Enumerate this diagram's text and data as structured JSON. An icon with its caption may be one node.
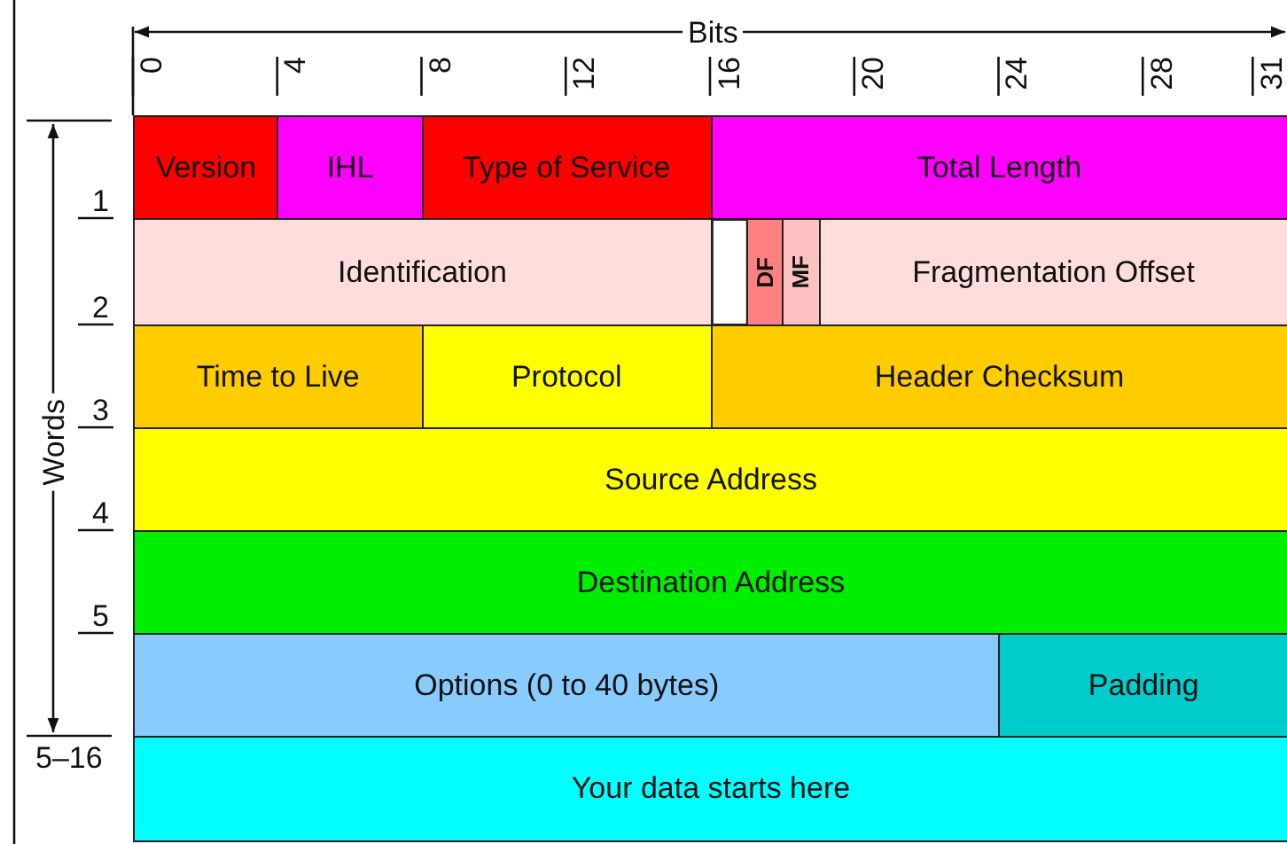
{
  "diagram": {
    "nodes": [
      {
        "text": [
          "Version"
        ]
      },
      {
        "text": [
          "IHL"
        ]
      },
      {
        "text": [
          "Type of Service"
        ]
      },
      {
        "text": [
          "Total Length"
        ]
      },
      {
        "text": [
          "Identification"
        ]
      },
      {
        "text": [],
        "shape": "box"
      },
      {
        "text": [
          "DF"
        ]
      },
      {
        "text": [
          "MF"
        ]
      },
      {
        "text": [
          "Fragmentation Offset"
        ]
      },
      {
        "text": [
          "Time to Live"
        ]
      },
      {
        "text": [
          "Protocol"
        ]
      },
      {
        "text": [
          "Header Checksum"
        ]
      },
      {
        "text": [
          "Source Address"
        ]
      },
      {
        "text": [
          "Destination Address"
        ]
      },
      {
        "text": [
          "Options (0 to 40 bytes)"
        ]
      },
      {
        "text": [
          "Padding"
        ]
      },
      {
        "text": [
          "Your data starts here"
        ]
      }
    ],
    "edges": [],
    "labels": [
      "Bits",
      "0",
      "4",
      "8",
      "12",
      "16",
      "20",
      "24",
      "28",
      "31",
      "Words",
      "1",
      "2",
      "3",
      "4",
      "5",
      "5–16"
    ]
  }
}
